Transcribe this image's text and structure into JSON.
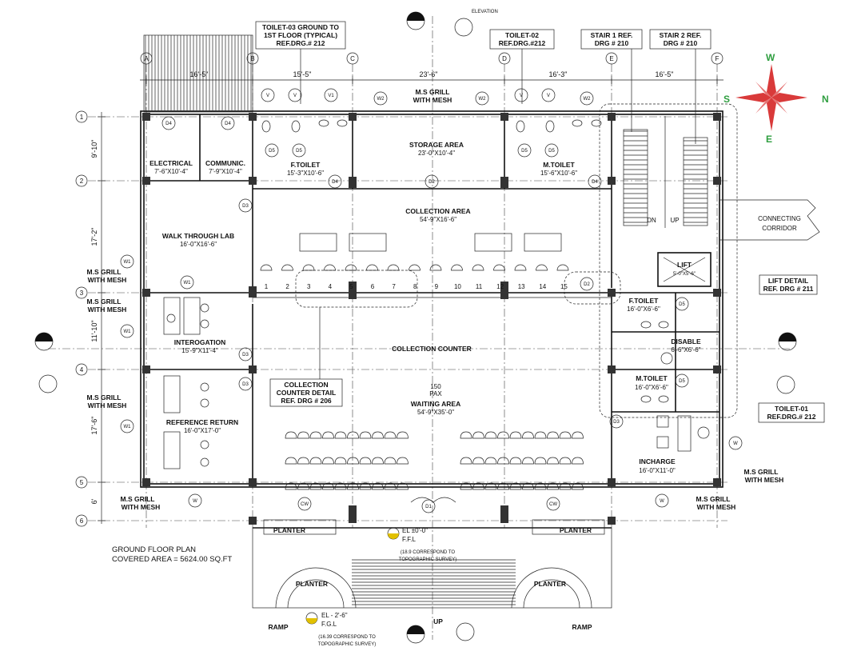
{
  "grid": {
    "columns": [
      "A",
      "B",
      "C",
      "D",
      "E",
      "F"
    ],
    "rows": [
      "1",
      "2",
      "3",
      "4",
      "5",
      "6"
    ]
  },
  "dimensions": {
    "top": [
      "16'-5\"",
      "15'-5\"",
      "23'-6\"",
      "16'-3\"",
      "16'-5\""
    ],
    "left": [
      "9'-10\"",
      "17'-2\"",
      "11'-10\"",
      "17'-6\"",
      "6'"
    ]
  },
  "callouts": {
    "toilet03": [
      "TOILET-03 GROUND TO",
      "1ST FLOOR (TYPICAL)",
      "REF.DRG.# 212"
    ],
    "toilet02": [
      "TOILET-02",
      "REF.DRG.#212"
    ],
    "stair1": [
      "STAIR 1 REF.",
      "DRG # 210"
    ],
    "stair2": [
      "STAIR 2 REF.",
      "DRG # 210"
    ],
    "lift_detail": [
      "LIFT DETAIL",
      "REF. DRG # 211"
    ],
    "toilet01": [
      "TOILET-01",
      "REF.DRG.# 212"
    ],
    "counter_detail": [
      "COLLECTION",
      "COUNTER DETAIL",
      "REF. DRG # 206"
    ]
  },
  "rooms": {
    "electrical": [
      "ELECTRICAL",
      "7'-6\"X10'-4\""
    ],
    "communic": [
      "COMMUNIC.",
      "7'-9\"X10'-4\""
    ],
    "ftoilet_top": [
      "F.TOILET",
      "15'-3\"X10'-6\""
    ],
    "storage": [
      "STORAGE AREA",
      "23'-0\"X10'-4\""
    ],
    "mtoilet_top": [
      "M.TOILET",
      "15'-6\"X10'-6\""
    ],
    "collection_area": [
      "COLLECTION AREA",
      "54'-9\"X16'-6\""
    ],
    "walk_through": [
      "WALK THROUGH LAB",
      "16'-0\"X16'-6\""
    ],
    "interogation": [
      "INTEROGATION",
      "15'-9\"X11'-4\""
    ],
    "collection_counter": [
      "COLLECTION COUNTER"
    ],
    "waiting": [
      "150",
      "PAX",
      "WAITING AREA",
      "54'-9\"X35'-0\""
    ],
    "reference_return": [
      "REFERENCE RETURN",
      "16'-0\"X17'-0\""
    ],
    "ftoilet_right": [
      "F.TOILET",
      "16'-0\"X6'-6\""
    ],
    "disable": [
      "DISABLE",
      "6'-6\"X6'-6\""
    ],
    "mtoilet_right": [
      "M.TOILET",
      "16'-0\"X6'-6\""
    ],
    "incharge": [
      "INCHARGE",
      "16'-0\"X11'-0\""
    ],
    "lift": [
      "LIFT",
      "5'-0\"X5'-6\""
    ],
    "connecting": [
      "CONNECTING",
      "CORRIDOR"
    ]
  },
  "labels": {
    "ms_grill": [
      "M.S GRILL",
      "WITH MESH"
    ],
    "planter": "PLANTER",
    "ramp": "RAMP",
    "up": "UP",
    "dn": "DN",
    "floor_title": "GROUND FLOOR PLAN",
    "covered_area": "COVERED AREA = 5624.00 SQ.FT",
    "el_ffl": [
      "EL ±0'-0\"",
      "F.F.L"
    ],
    "el_ffl_note": [
      "(18.9 CORRESPOND TO",
      "TOPOGRAPHIC SURVEY)"
    ],
    "el_fgl": [
      "EL - 2'-6\"",
      "F.G.L"
    ],
    "el_fgl_note": [
      "(16.39 CORRESPOND TO",
      "TOPOGRAPHIC SURVEY)"
    ],
    "elevation": "ELEVATION",
    "counter_numbers": [
      "1",
      "2",
      "3",
      "4",
      "5",
      "6",
      "7",
      "8",
      "9",
      "10",
      "11",
      "12",
      "13",
      "14",
      "15"
    ]
  },
  "tags": {
    "doors": [
      "D4",
      "D4",
      "D5",
      "D5",
      "D4",
      "D5",
      "D5",
      "D4",
      "D2",
      "D3",
      "D3",
      "D3",
      "D2",
      "D5",
      "D5",
      "D3",
      "D1"
    ],
    "windows": [
      "V",
      "V",
      "V1",
      "W2",
      "W2",
      "V",
      "V",
      "W2",
      "W1",
      "W1",
      "W1",
      "W1",
      "W",
      "W",
      "W",
      "CW",
      "CW"
    ]
  },
  "compass": {
    "n": "N",
    "s": "S",
    "e": "E",
    "w": "W"
  },
  "colors": {
    "compass_red": "#d93a3a",
    "ink": "#111111"
  }
}
